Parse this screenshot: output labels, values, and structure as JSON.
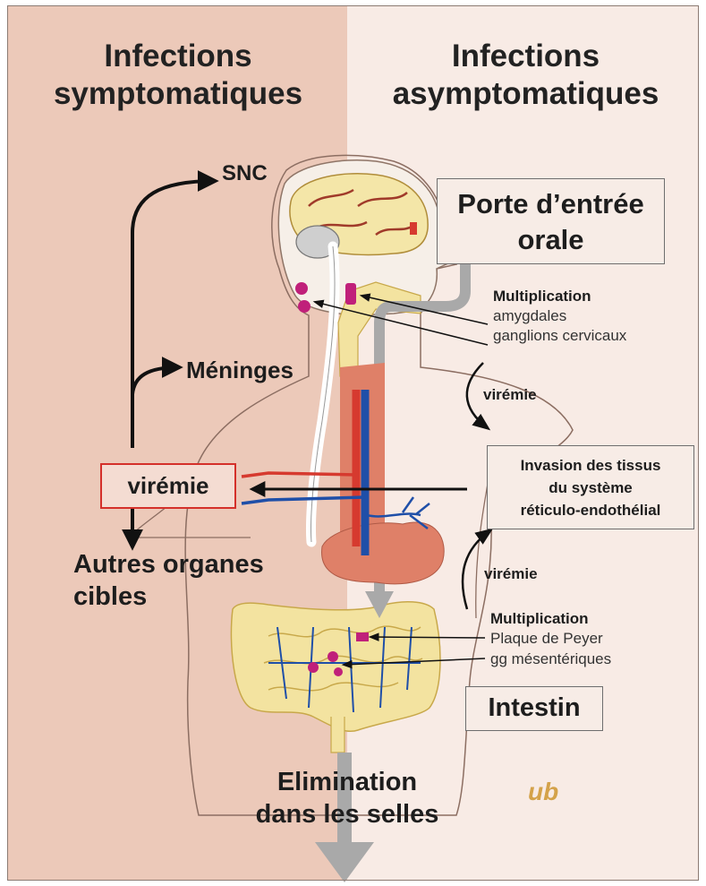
{
  "columns": {
    "left_title_line1": "Infections",
    "left_title_line2": "symptomatiques",
    "right_title_line1": "Infections",
    "right_title_line2": "asymptomatiques"
  },
  "labels": {
    "snc": "SNC",
    "meninges": "Méninges",
    "viremie_box": "virémie",
    "autres_line1": "Autres organes",
    "autres_line2": "cibles",
    "porte_line1": "Porte d’entrée",
    "porte_line2": "orale",
    "mult1_title": "Multiplication",
    "mult1_a": "amygdales",
    "mult1_b": "ganglions cervicaux",
    "viremie_1": "virémie",
    "invasion_line1": "Invasion des tissus",
    "invasion_line2": "du système",
    "invasion_line3": "réticulo-endothélial",
    "viremie_2": "virémie",
    "mult2_title": "Multiplication",
    "mult2_a": "Plaque de Peyer",
    "mult2_b": "gg mésentériques",
    "intestin": "Intestin",
    "elim_line1": "Elimination",
    "elim_line2": "dans les selles",
    "watermark": "ub"
  },
  "colors": {
    "left_panel": "#ecc9b9",
    "right_panel": "#f8ebe5",
    "viremie_box_border": "#d4302a",
    "artery_red": "#d63a2f",
    "vein_blue": "#1f4fa8",
    "gut_fill": "#f3e3a0",
    "gut_stroke": "#c8a84a",
    "organ_salmon": "#df8068",
    "node_magenta": "#c0207a",
    "flow_gray": "#a9a9a9",
    "watermark": "#d4a24a"
  }
}
